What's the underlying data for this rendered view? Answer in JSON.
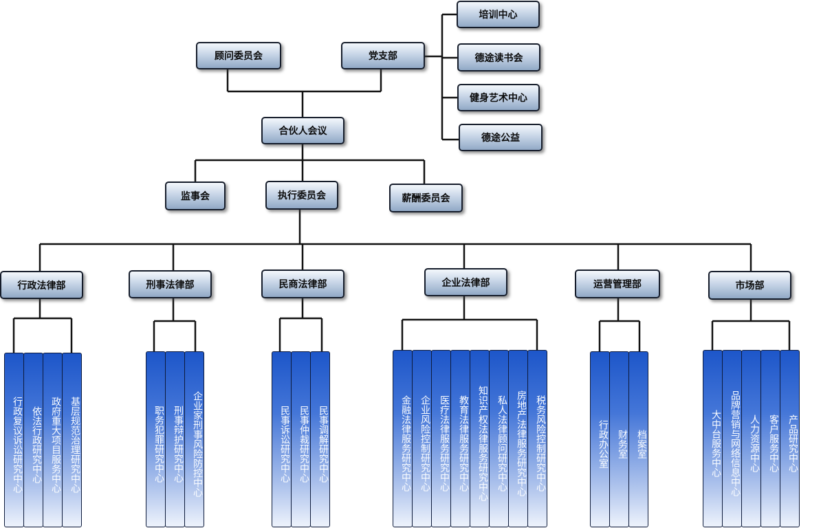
{
  "top": {
    "advisory": "顾问委员会",
    "party": "党支部",
    "party_units": [
      "培训中心",
      "德途读书会",
      "健身艺术中心",
      "德途公益"
    ],
    "partners": "合伙人会议",
    "supervisory": "监事会",
    "executive": "执行委员会",
    "compensation": "薪酬委员会"
  },
  "departments": [
    {
      "name": "行政法律部",
      "centers": [
        "行政复议诉讼研究中心",
        "依法行政研究中心",
        "政府重大项目服务中心",
        "基层规范治理研究中心"
      ]
    },
    {
      "name": "刑事法律部",
      "centers": [
        "职务犯罪研究中心",
        "刑事辩护研究中心",
        "企业家刑事风险防控中心"
      ]
    },
    {
      "name": "民商法律部",
      "centers": [
        "民事诉讼研究中心",
        "民事仲裁研究中心",
        "民事调解研究中心"
      ]
    },
    {
      "name": "企业法律部",
      "centers": [
        "金融法律服务研究中心",
        "企业风险控制研究中心",
        "医疗法律服务研究中心",
        "教育法律服务研究中心",
        "知识产权法律服务研究中心",
        "私人法律顾问研究中心",
        "房地产法律服务研究中心",
        "税务风险控制研究中心"
      ]
    },
    {
      "name": "运营管理部",
      "centers": [
        "行政办公室",
        "财务室",
        "档案室"
      ]
    },
    {
      "name": "市场部",
      "centers": [
        "大中台服务中心",
        "品牌营销与网络信息中心",
        "人力资源中心",
        "客户服务中心",
        "产品研究中心"
      ]
    }
  ]
}
